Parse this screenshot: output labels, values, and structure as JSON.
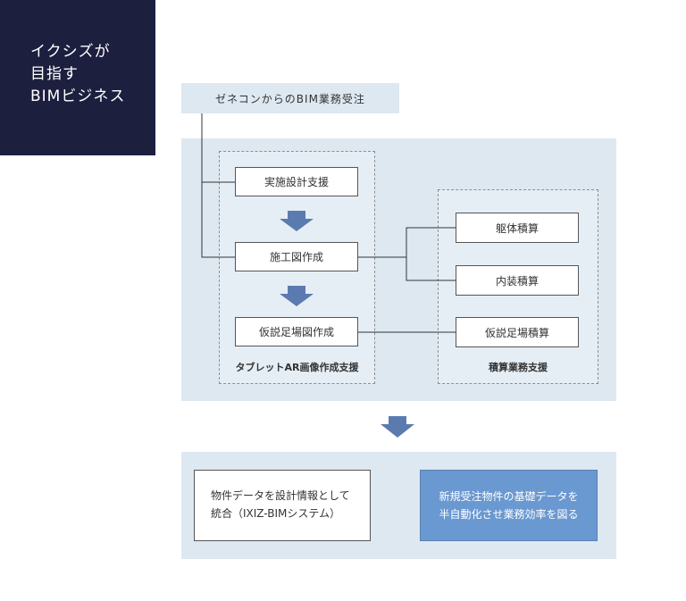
{
  "title": {
    "lines": [
      "イクシズが",
      "目指す",
      "BIMビジネス"
    ]
  },
  "top_label": "ゼネコンからのBIM業務受注",
  "left_group": {
    "caption": "タブレットAR画像作成支援",
    "nodes": [
      "実施設計支援",
      "施工図作成",
      "仮説足場図作成"
    ]
  },
  "right_group": {
    "caption": "積算業務支援",
    "nodes": [
      "躯体積算",
      "内装積算",
      "仮説足場積算"
    ]
  },
  "bottom": {
    "left_lines": [
      "物件データを設計情報として",
      "統合（IXIZ-BIMシステム）"
    ],
    "right_lines": [
      "新規受注物件の基礎データを",
      "半自動化させ業務効率を図る"
    ]
  },
  "colors": {
    "title_bg": "#1d1f3f",
    "panel_bg": "#dde8f1",
    "arrow": "#5b7bb0",
    "highlight_box": "#6a98d0"
  }
}
